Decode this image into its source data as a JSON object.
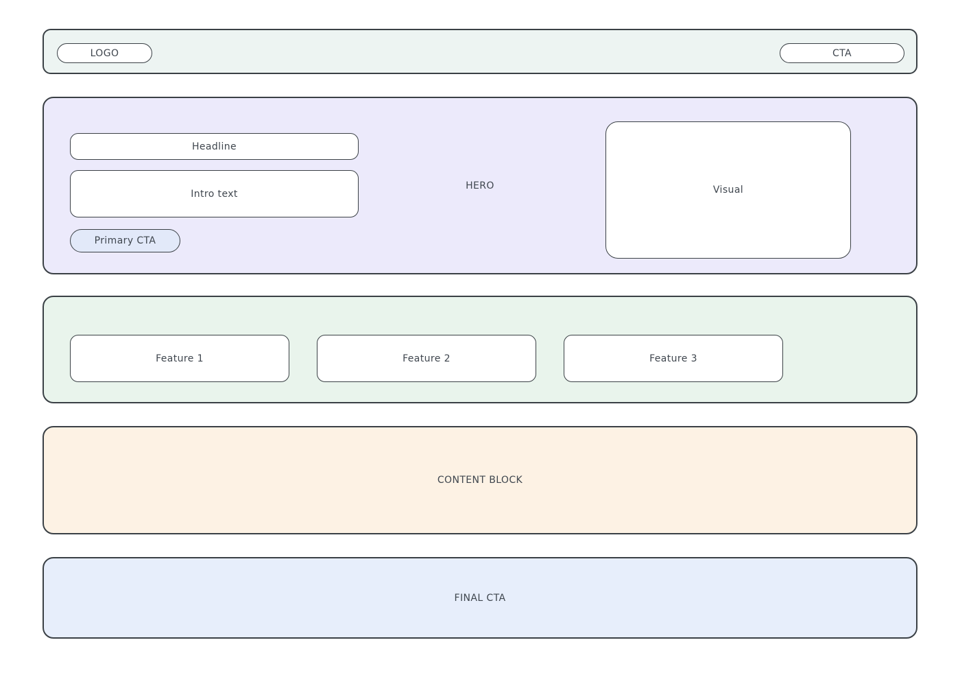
{
  "colors": {
    "border": "#3a4045",
    "text": "#3f464e",
    "header_bg": "#edf4f2",
    "hero_bg": "#eceafb",
    "primary_cta_bg": "#e2e9f9",
    "features_bg": "#e9f4ec",
    "content_bg": "#fdf2e4",
    "final_cta_bg": "#e7eefb",
    "box_bg": "#ffffff"
  },
  "header": {
    "logo_label": "LOGO",
    "cta_label": "CTA"
  },
  "hero": {
    "section_label": "HERO",
    "headline_label": "Headline",
    "intro_label": "Intro text",
    "primary_cta_label": "Primary CTA",
    "visual_label": "Visual"
  },
  "features": {
    "items": [
      {
        "label": "Feature 1"
      },
      {
        "label": "Feature 2"
      },
      {
        "label": "Feature 3"
      }
    ]
  },
  "content_block": {
    "label": "CONTENT BLOCK"
  },
  "final_cta": {
    "label": "FINAL CTA"
  }
}
